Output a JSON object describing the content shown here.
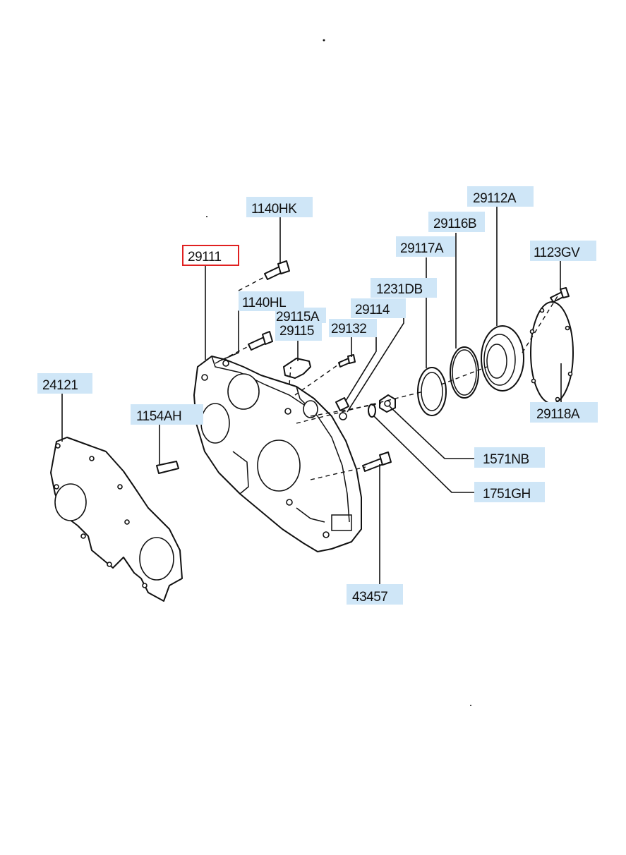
{
  "diagram": {
    "selected_part": "29111",
    "colors": {
      "label_fill": "#cfe6f7",
      "selected_outline": "#e02020",
      "line": "#111111"
    },
    "labels": [
      {
        "id": "l_1140HK",
        "text": "1140HK"
      },
      {
        "id": "l_29111",
        "text": "29111",
        "selected": true
      },
      {
        "id": "l_1140HL",
        "text": "1140HL"
      },
      {
        "id": "l_29115A",
        "text": "29115A"
      },
      {
        "id": "l_29115",
        "text": "29115"
      },
      {
        "id": "l_29132",
        "text": "29132"
      },
      {
        "id": "l_29114",
        "text": "29114"
      },
      {
        "id": "l_1231DB",
        "text": "1231DB"
      },
      {
        "id": "l_29117A",
        "text": "29117A"
      },
      {
        "id": "l_29116B",
        "text": "29116B"
      },
      {
        "id": "l_29112A",
        "text": "29112A"
      },
      {
        "id": "l_1123GV",
        "text": "1123GV"
      },
      {
        "id": "l_29118A",
        "text": "29118A"
      },
      {
        "id": "l_24121",
        "text": "24121"
      },
      {
        "id": "l_1154AH",
        "text": "1154AH"
      },
      {
        "id": "l_1571NB",
        "text": "1571NB"
      },
      {
        "id": "l_1751GH",
        "text": "1751GH"
      },
      {
        "id": "l_43457",
        "text": "43457"
      }
    ]
  }
}
